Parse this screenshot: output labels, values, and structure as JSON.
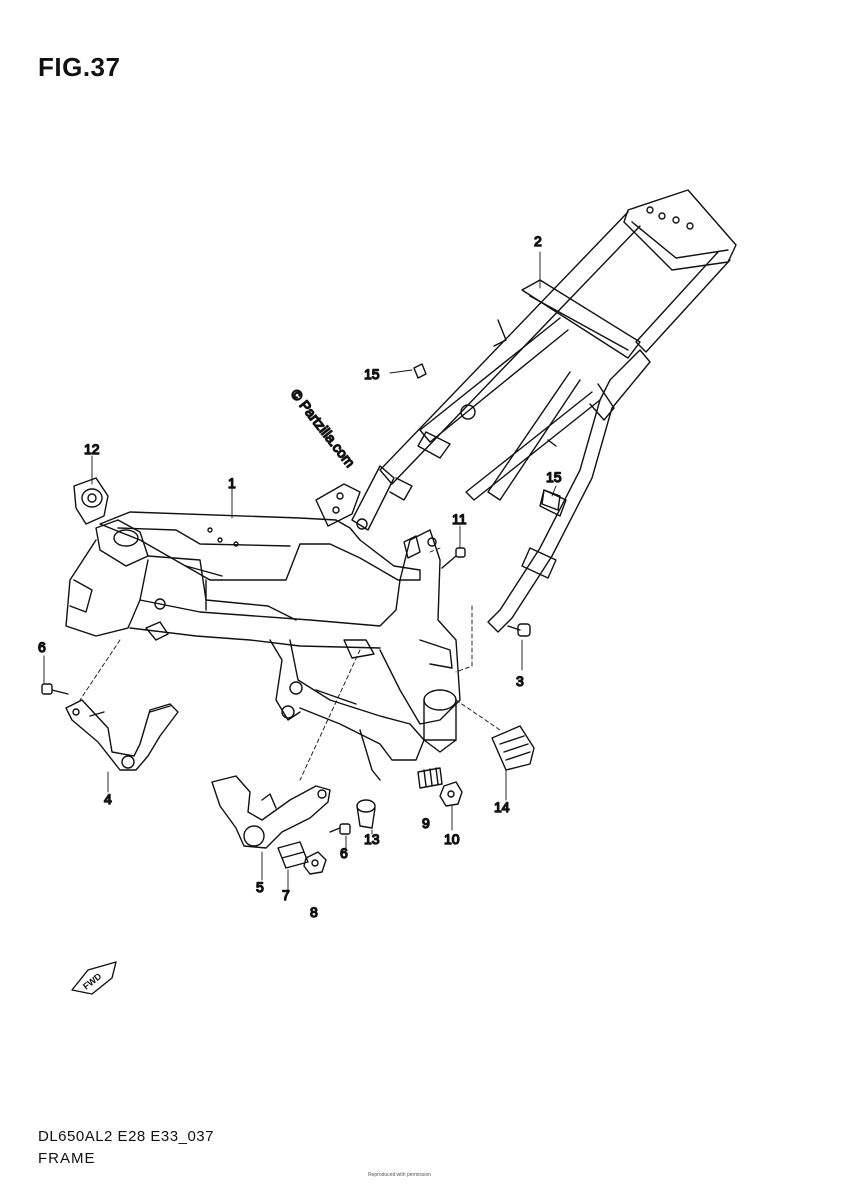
{
  "figure": {
    "title": "FIG.37"
  },
  "watermark": "© Partzilla.com",
  "callouts": [
    {
      "id": "c1",
      "label": "1"
    },
    {
      "id": "c2",
      "label": "2"
    },
    {
      "id": "c3",
      "label": "3"
    },
    {
      "id": "c4",
      "label": "4"
    },
    {
      "id": "c5",
      "label": "5"
    },
    {
      "id": "c6a",
      "label": "6"
    },
    {
      "id": "c6b",
      "label": "6"
    },
    {
      "id": "c7",
      "label": "7"
    },
    {
      "id": "c8",
      "label": "8"
    },
    {
      "id": "c9",
      "label": "9"
    },
    {
      "id": "c10",
      "label": "10"
    },
    {
      "id": "c11",
      "label": "11"
    },
    {
      "id": "c12",
      "label": "12"
    },
    {
      "id": "c13",
      "label": "13"
    },
    {
      "id": "c14",
      "label": "14"
    },
    {
      "id": "c15a",
      "label": "15"
    },
    {
      "id": "c15b",
      "label": "15"
    }
  ],
  "fwd_marker": "FWD",
  "footer": {
    "code": "DL650AL2 E28 E33_037",
    "name": "FRAME",
    "credit": "Reproduced with permission"
  }
}
